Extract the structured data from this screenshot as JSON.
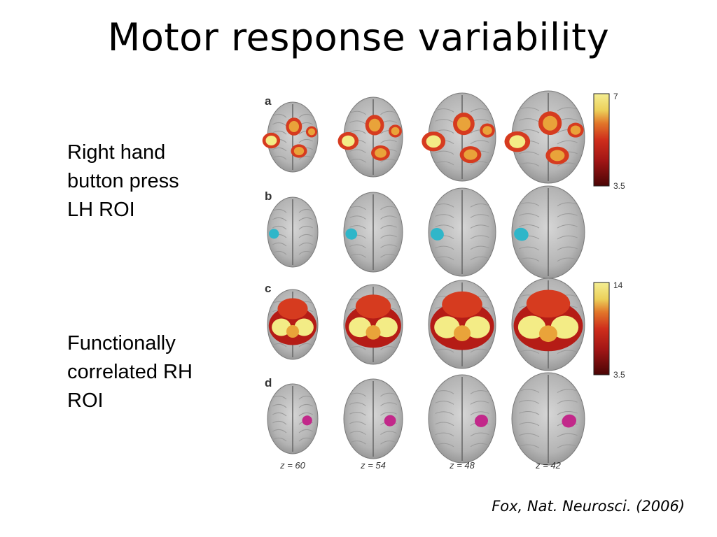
{
  "slide": {
    "title": "Motor response variability",
    "label_top": [
      "Right hand",
      "button press",
      "LH ROI"
    ],
    "label_bottom": [
      "Functionally",
      "correlated RH",
      "ROI"
    ],
    "citation": "Fox, Nat. Neurosci. (2006)"
  },
  "figure": {
    "panels": [
      {
        "letter": "a",
        "overlay": "heat-map",
        "color": "#cc2a1a"
      },
      {
        "letter": "b",
        "overlay": "roi",
        "color": "#2fb6c9"
      },
      {
        "letter": "c",
        "overlay": "heat-map",
        "color": "#cc2a1a"
      },
      {
        "letter": "d",
        "overlay": "roi",
        "color": "#c2288a"
      }
    ],
    "colorbars": [
      {
        "max": "7",
        "min": "3.5"
      },
      {
        "max": "14",
        "min": "3.5"
      }
    ],
    "slice_labels": [
      "z = 60",
      "z = 54",
      "z = 48",
      "z = 42"
    ]
  }
}
